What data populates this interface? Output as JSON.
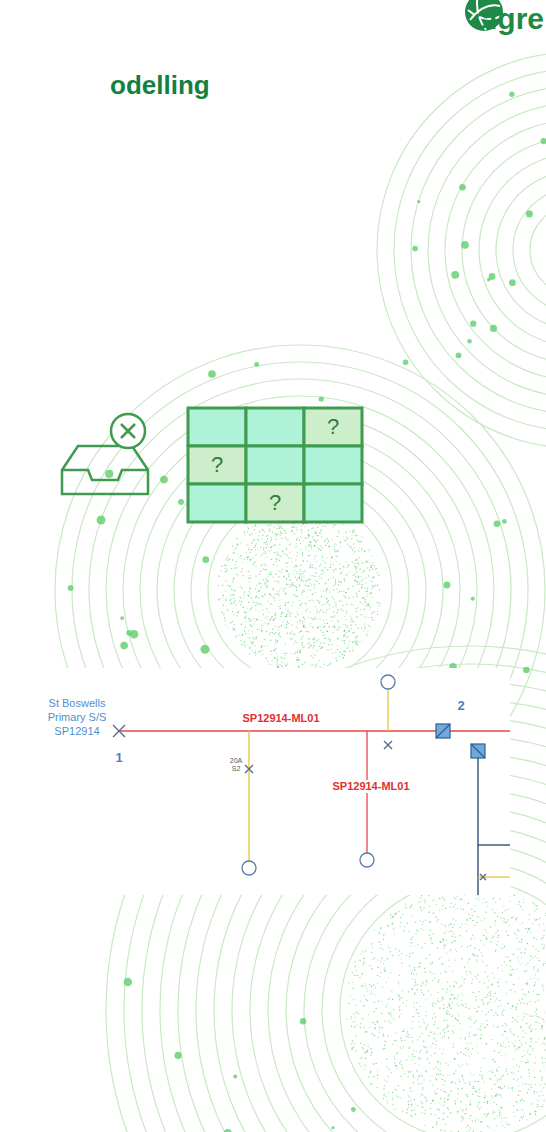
{
  "diagram": {
    "title": "odelling",
    "labels": [
      "cigre",
      "?",
      "?",
      "?",
      "St Boswells Primary S/S SP12914",
      "1",
      "SP12914-ML01",
      "20A S2",
      "SP12914-ML01",
      "2"
    ]
  }
}
